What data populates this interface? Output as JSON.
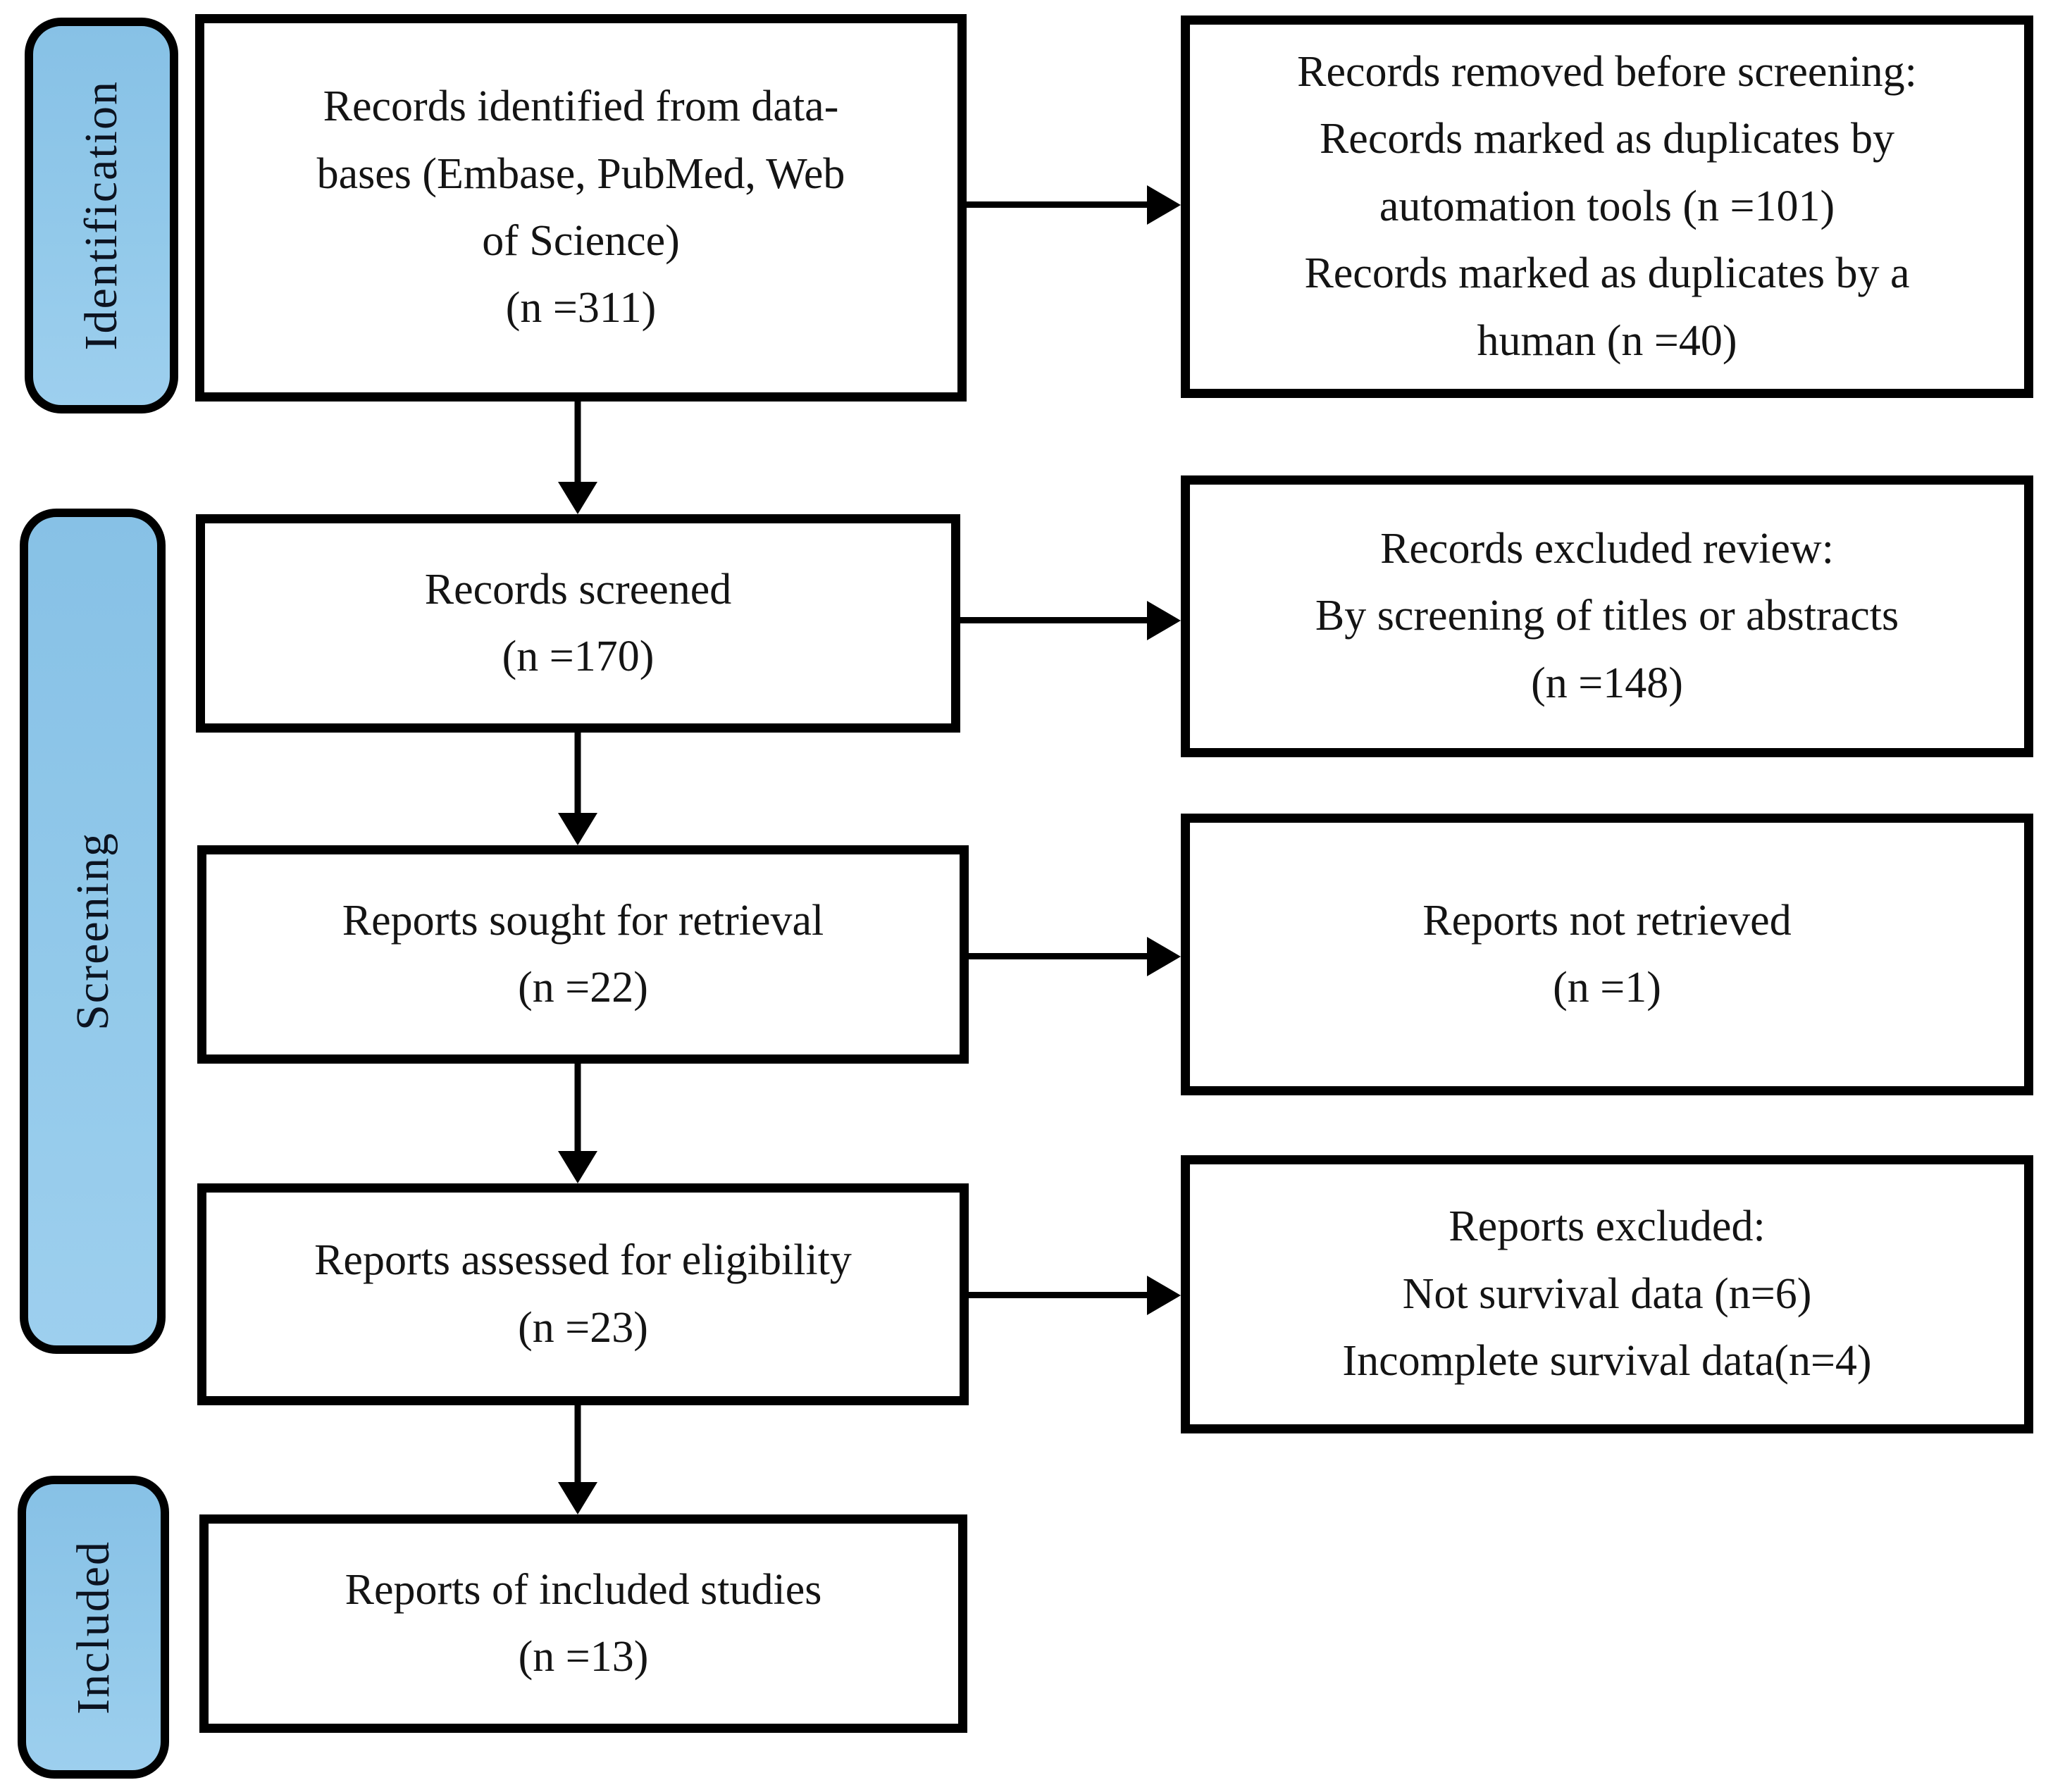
{
  "stages": {
    "identification": {
      "label": "Identification"
    },
    "screening": {
      "label": "Screening"
    },
    "included": {
      "label": "Included"
    }
  },
  "boxes": {
    "records_identified": {
      "lines": [
        "Records identified from data-",
        "bases (Embase, PubMed, Web",
        "of Science)",
        "(n =311)"
      ],
      "count": 311
    },
    "records_removed": {
      "lines": [
        "Records removed before screening:",
        "Records marked as duplicates by",
        "automation tools (n =101)",
        "Records marked as duplicates by a",
        "human (n =40)"
      ],
      "counts": {
        "automation_tools": 101,
        "human": 40
      }
    },
    "records_screened": {
      "lines": [
        "Records screened",
        "(n =170)"
      ],
      "count": 170
    },
    "records_excluded_review": {
      "lines": [
        "Records excluded review:",
        "By screening of titles or abstracts",
        "(n =148)"
      ],
      "count": 148
    },
    "reports_sought": {
      "lines": [
        "Reports sought for retrieval",
        "(n =22)"
      ],
      "count": 22
    },
    "reports_not_retrieved": {
      "lines": [
        "Reports not retrieved",
        "(n =1)"
      ],
      "count": 1
    },
    "reports_assessed": {
      "lines": [
        "Reports assessed for eligibility",
        "(n =23)"
      ],
      "count": 23
    },
    "reports_excluded": {
      "lines": [
        "Reports excluded:",
        "Not survival data (n=6)",
        "Incomplete survival data(n=4)"
      ],
      "counts": {
        "not_survival_data": 6,
        "incomplete_survival_data": 4
      }
    },
    "reports_included": {
      "lines": [
        "Reports of included studies",
        "(n =13)"
      ],
      "count": 13
    }
  },
  "colors": {
    "stage_fill": "#92c9ea",
    "stage_border": "#000000",
    "box_border": "#000000",
    "arrow": "#000000",
    "text": "#141414",
    "background": "#ffffff"
  }
}
